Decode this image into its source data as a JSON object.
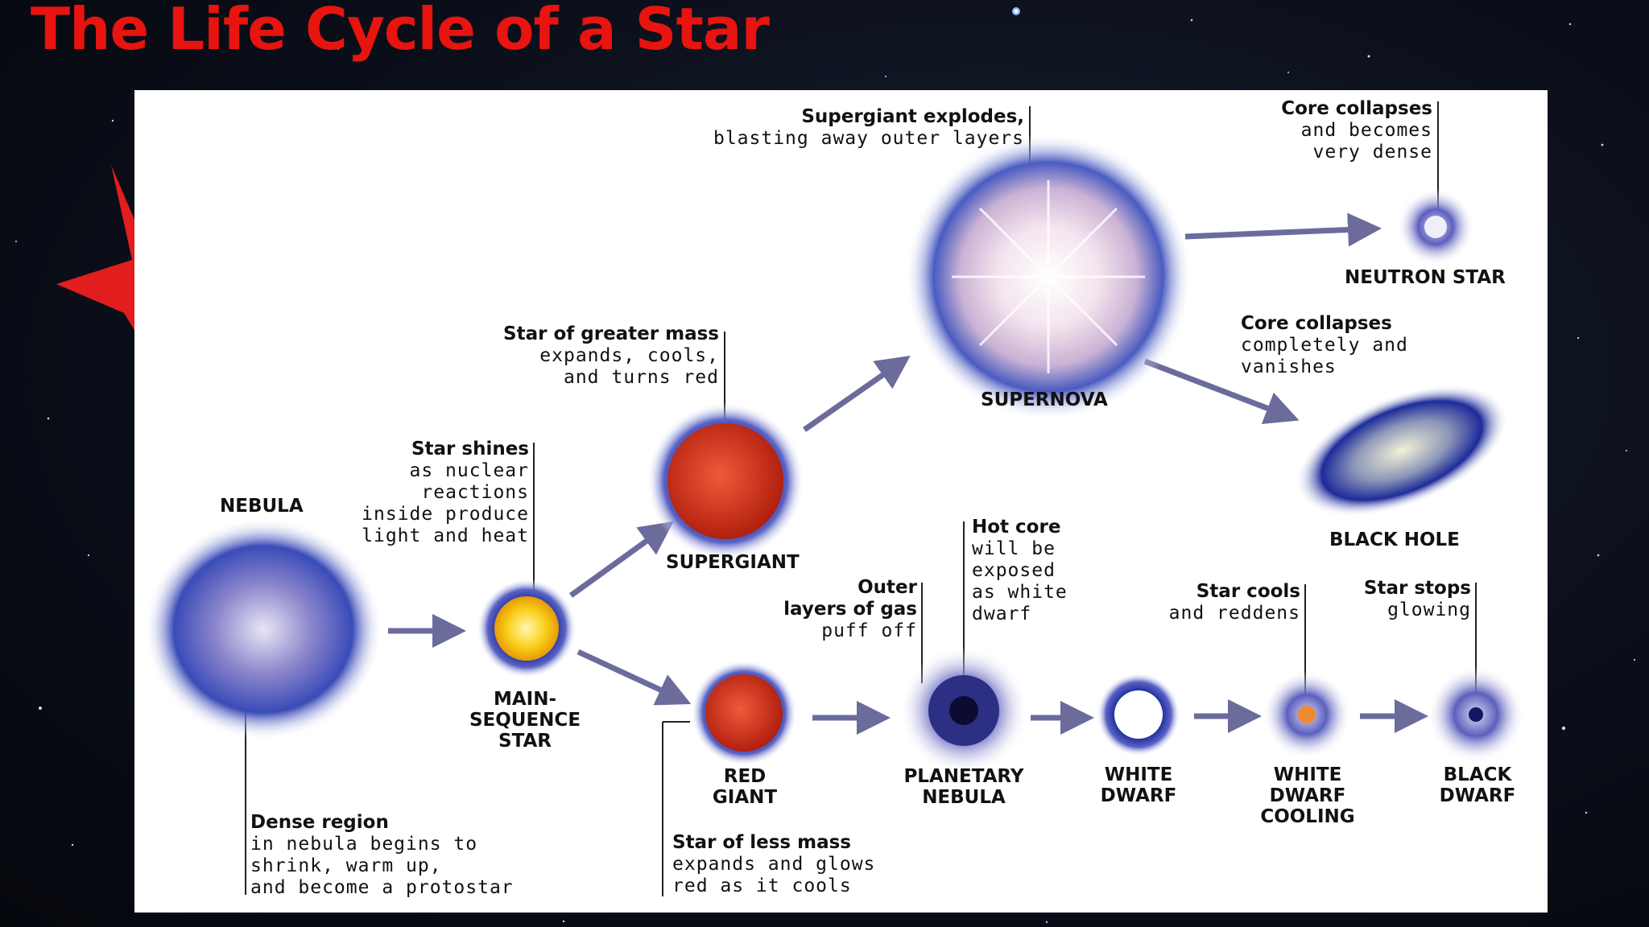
{
  "title": "The Life Cycle of a Star",
  "stages": {
    "nebula": "NEBULA",
    "main_sequence": "MAIN-\nSEQUENCE\nSTAR",
    "supergiant": "SUPERGIANT",
    "supernova": "SUPERNOVA",
    "neutron_star": "NEUTRON STAR",
    "black_hole": "BLACK HOLE",
    "red_giant": "RED\nGIANT",
    "planetary_nebula": "PLANETARY\nNEBULA",
    "white_dwarf": "WHITE\nDWARF",
    "white_dwarf_cooling": "WHITE\nDWARF\nCOOLING",
    "black_dwarf": "BLACK\nDWARF"
  },
  "notes": {
    "dense_region": {
      "lead": "Dense region",
      "rest": "in nebula begins to\nshrink, warm up,\nand become a protostar"
    },
    "star_shines": {
      "lead": "Star shines",
      "rest": "as nuclear\nreactions\ninside produce\nlight and heat"
    },
    "greater_mass": {
      "lead": "Star of greater mass",
      "rest": "expands, cools,\nand turns red"
    },
    "supergiant_explodes": {
      "lead": "Supergiant explodes,",
      "rest": "blasting away outer layers"
    },
    "core_dense": {
      "lead": "Core collapses",
      "rest": "and becomes\nvery dense"
    },
    "core_vanishes": {
      "lead": "Core collapses",
      "rest": "completely and\nvanishes"
    },
    "less_mass": {
      "lead": "Star of less mass",
      "rest": "expands and glows\nred as it cools"
    },
    "outer_layers": {
      "lead": "Outer\nlayers of gas",
      "rest": "puff off"
    },
    "hot_core": {
      "lead": "Hot core",
      "rest": "will be\nexposed\nas white\ndwarf"
    },
    "star_cools": {
      "lead": "Star cools",
      "rest": "and reddens"
    },
    "star_stops": {
      "lead": "Star stops",
      "rest": "glowing"
    }
  },
  "colors": {
    "title": "#e8140f",
    "decorative_star": "#e11d1d",
    "arrow": "#6b6b9c",
    "halo": "#2a3fb0",
    "red_star": "#d8321e",
    "yellow_star": "#f7c20c"
  },
  "icons": [
    "star-shape",
    "arrow-right"
  ]
}
